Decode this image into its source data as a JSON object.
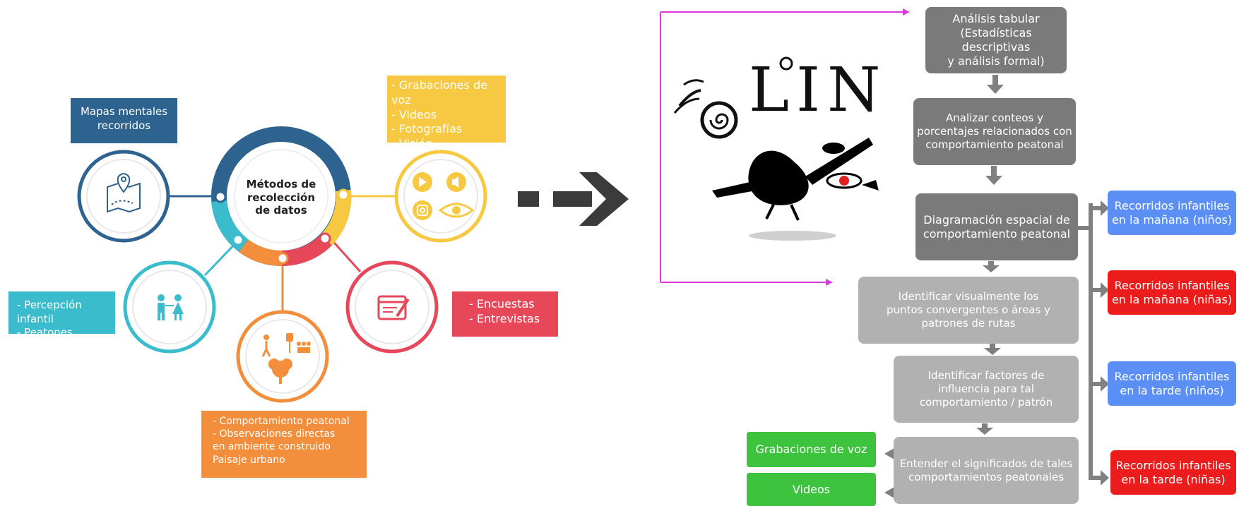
{
  "center": {
    "title": "Métodos de\nrecolección\nde datos"
  },
  "methods": [
    {
      "id": "mapas",
      "label": "Mapas mentales\nrecorridos",
      "color": "#2e6390",
      "icon": "map-pin-icon"
    },
    {
      "id": "grabaciones",
      "label": "- Grabaciones de voz\n- Videos\n- Fotografías\n- Visión",
      "color": "#f7c841",
      "icon": "media-icons"
    },
    {
      "id": "percepcion",
      "label": "- Percepción infantil\n- Peatones",
      "color": "#3bbccd",
      "icon": "children-icon"
    },
    {
      "id": "encuestas",
      "label": "- Encuestas\n- Entrevistas",
      "color": "#e6485a",
      "icon": "survey-icon"
    },
    {
      "id": "comportamiento",
      "label": "- Comportamiento peatonal\n- Observaciones directas\nen ambiente construido\nPaisaje urbano",
      "color": "#f28e3c",
      "icon": "pedestrian-tree-icon"
    }
  ],
  "logo": {
    "text": "LIN"
  },
  "flow": [
    {
      "id": "s1",
      "label": "Análisis tabular\n(Estadísticas descriptivas\ny análisis formal)",
      "color": "#7a7a7a"
    },
    {
      "id": "s2",
      "label": "Analizar conteos y\nporcentajes relacionados con\ncomportamiento peatonal",
      "color": "#7a7a7a"
    },
    {
      "id": "s3",
      "label": "Diagramación espacial de\ncomportamiento peatonal",
      "color": "#7a7a7a"
    },
    {
      "id": "s4",
      "label": "Identificar visualmente los\npuntos convergentes o áreas y\npatrones de rutas",
      "color": "#b1b1b1"
    },
    {
      "id": "s5",
      "label": "Identificar factores de\ninfluencia para tal\ncomportamiento / patrón",
      "color": "#b1b1b1"
    },
    {
      "id": "s6",
      "label": "Entender el significados de tales\ncomportamientos peatonales",
      "color": "#b1b1b1"
    }
  ],
  "outputs": [
    {
      "id": "o1",
      "label": "Grabaciones de voz",
      "color": "#3dc33d"
    },
    {
      "id": "o2",
      "label": "Videos",
      "color": "#3dc33d"
    }
  ],
  "recorridos": [
    {
      "id": "r1",
      "label": "Recorridos infantiles\nen la mañana (niños)",
      "color": "#5b8ff5"
    },
    {
      "id": "r2",
      "label": "Recorridos infantiles\nen la mañana (niñas)",
      "color": "#ec1c1c"
    },
    {
      "id": "r3",
      "label": "Recorridos infantiles\nen la tarde (niños)",
      "color": "#5b8ff5"
    },
    {
      "id": "r4",
      "label": "Recorridos infantiles\nen la tarde (niñas)",
      "color": "#ec1c1c"
    }
  ],
  "colors": {
    "magenta_bracket": "#d93ad9",
    "arrow_gray": "#808080",
    "dark_arrow": "#3b3b3b"
  }
}
